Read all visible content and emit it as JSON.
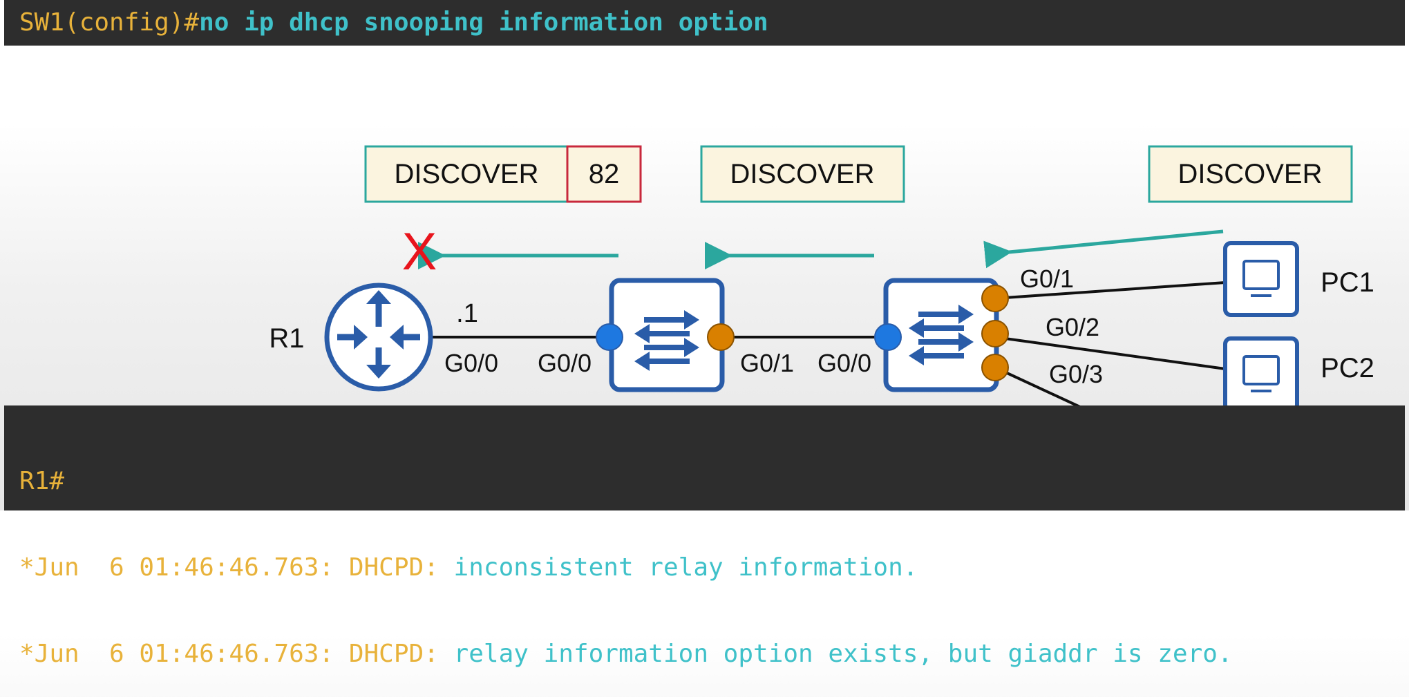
{
  "terminal_top": {
    "prompt": "SW1(config)#",
    "command": "no ip dhcp snooping information option"
  },
  "diagram": {
    "messages": [
      {
        "label": "DISCOVER",
        "option": "82"
      },
      {
        "label": "DISCOVER"
      },
      {
        "label": "DISCOVER"
      }
    ],
    "blocked_mark": "X",
    "devices": {
      "router": "R1",
      "pc1": "PC1",
      "pc2": "PC2"
    },
    "interfaces": {
      "r1_ip": ".1",
      "r1_g00": "G0/0",
      "sw_a_g00": "G0/0",
      "sw_a_g01": "G0/1",
      "sw1_g00": "G0/0",
      "sw1_g01": "G0/1",
      "sw1_g02": "G0/2",
      "sw1_g03": "G0/3"
    },
    "colors": {
      "teal": "#2ba79e",
      "device_blue": "#2a5ca8",
      "trusted_port": "#1e78e0",
      "untrusted_port": "#d98000",
      "blocked_x": "#e8141c",
      "option_border": "#c8283c",
      "message_fill": "#fbf4df"
    }
  },
  "terminal_bottom": {
    "lines": [
      {
        "prefix": "R1#",
        "message": ""
      },
      {
        "prefix": "*Jun  6 01:46:46.763: DHCPD: ",
        "message": "inconsistent relay information."
      },
      {
        "prefix": "*Jun  6 01:46:46.763: DHCPD: ",
        "message": "relay information option exists, but giaddr is zero."
      }
    ]
  }
}
